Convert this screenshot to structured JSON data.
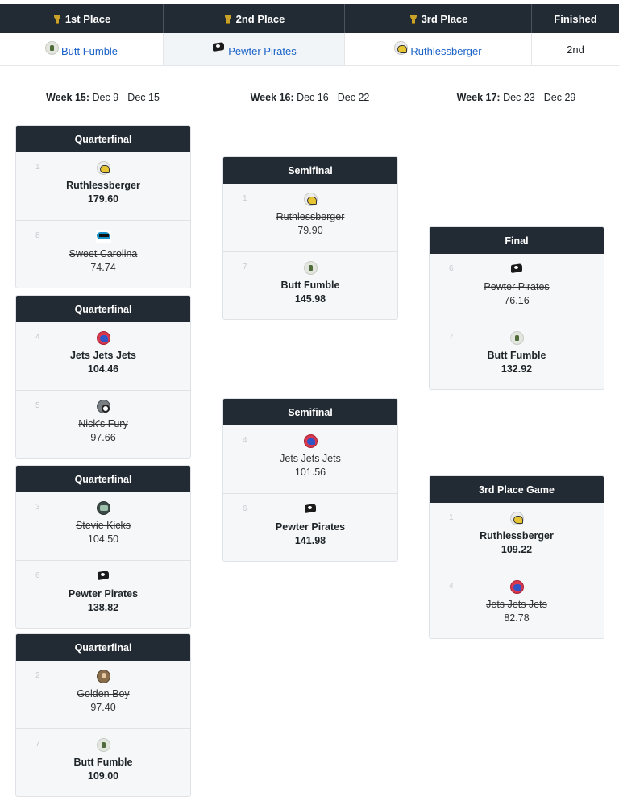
{
  "summary": {
    "headers": [
      "1st Place",
      "2nd Place",
      "3rd Place",
      "Finished"
    ],
    "first": {
      "name": "Butt Fumble",
      "logo": "tan-logo"
    },
    "second": {
      "name": "Pewter Pirates",
      "logo": "flag-logo"
    },
    "third": {
      "name": "Ruthlessberger",
      "logo": "helmet-gold-logo"
    },
    "finished": "2nd"
  },
  "weeks": [
    {
      "label": "Week 15:",
      "dates": "Dec 9 - Dec 15"
    },
    {
      "label": "Week 16:",
      "dates": "Dec 16 - Dec 22"
    },
    {
      "label": "Week 17:",
      "dates": "Dec 23 - Dec 29"
    }
  ],
  "matches": {
    "qf1": {
      "title": "Quarterfinal",
      "a": {
        "seed": "1",
        "name": "Ruthlessberger",
        "score": "179.60",
        "logo": "helmet-gold-logo"
      },
      "b": {
        "seed": "8",
        "name": "Sweet Carolina",
        "score": "74.74",
        "logo": "carolina-logo"
      }
    },
    "qf2": {
      "title": "Quarterfinal",
      "a": {
        "seed": "4",
        "name": "Jets Jets Jets",
        "score": "104.46",
        "logo": "helmet-blue-logo"
      },
      "b": {
        "seed": "5",
        "name": "Nick's Fury",
        "score": "97.66",
        "logo": "gray-logo"
      }
    },
    "qf3": {
      "title": "Quarterfinal",
      "a": {
        "seed": "3",
        "name": "Stevie Kicks",
        "score": "104.50",
        "logo": "stevie-logo"
      },
      "b": {
        "seed": "6",
        "name": "Pewter Pirates",
        "score": "138.82",
        "logo": "flag-logo"
      }
    },
    "qf4": {
      "title": "Quarterfinal",
      "a": {
        "seed": "2",
        "name": "Golden Boy",
        "score": "97.40",
        "logo": "golden-logo"
      },
      "b": {
        "seed": "7",
        "name": "Butt Fumble",
        "score": "109.00",
        "logo": "tan-logo"
      }
    },
    "sf1": {
      "title": "Semifinal",
      "a": {
        "seed": "1",
        "name": "Ruthlessberger",
        "score": "79.90",
        "logo": "helmet-gold-logo"
      },
      "b": {
        "seed": "7",
        "name": "Butt Fumble",
        "score": "145.98",
        "logo": "tan-logo"
      }
    },
    "sf2": {
      "title": "Semifinal",
      "a": {
        "seed": "4",
        "name": "Jets Jets Jets",
        "score": "101.56",
        "logo": "helmet-blue-logo"
      },
      "b": {
        "seed": "6",
        "name": "Pewter Pirates",
        "score": "141.98",
        "logo": "flag-logo"
      }
    },
    "final": {
      "title": "Final",
      "a": {
        "seed": "6",
        "name": "Pewter Pirates",
        "score": "76.16",
        "logo": "flag-logo"
      },
      "b": {
        "seed": "7",
        "name": "Butt Fumble",
        "score": "132.92",
        "logo": "tan-logo"
      }
    },
    "third": {
      "title": "3rd Place Game",
      "a": {
        "seed": "1",
        "name": "Ruthlessberger",
        "score": "109.22",
        "logo": "helmet-gold-logo"
      },
      "b": {
        "seed": "4",
        "name": "Jets Jets Jets",
        "score": "82.78",
        "logo": "helmet-blue-logo"
      }
    }
  },
  "colors": {
    "header_bg": "#222a33",
    "link": "#1a63c7",
    "card_bg": "#f5f7f9"
  }
}
